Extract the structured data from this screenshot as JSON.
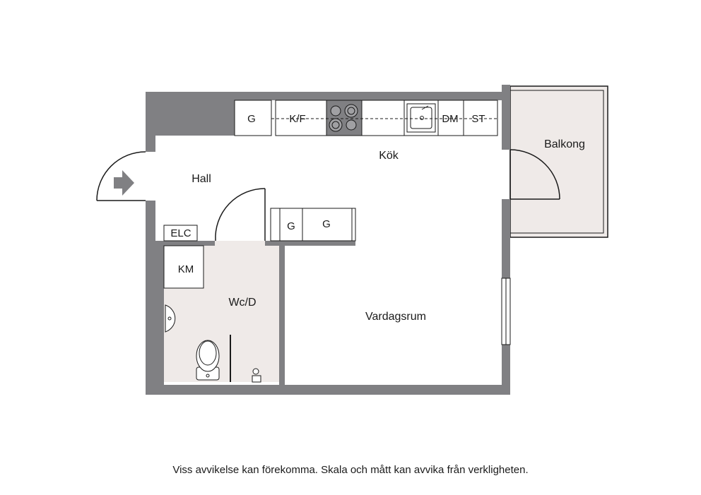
{
  "rooms": {
    "kitchen": "Kök",
    "hall": "Hall",
    "balcony": "Balkong",
    "bathroom": "Wc/D",
    "living": "Vardagsrum"
  },
  "fixtures": {
    "wardrobe_top": "G",
    "fridge_freezer": "K/F",
    "dishwasher": "DM",
    "storage": "ST",
    "electrical_cabinet": "ELC",
    "washing_machine": "KM",
    "wardrobe_left": "G",
    "wardrobe_right": "G"
  },
  "disclaimer": "Viss avvikelse kan förekomma. Skala och mått kan avvika från verkligheten.",
  "colors": {
    "wall": "#808083",
    "wet_room_floor": "#efeae8",
    "balcony_floor": "#efeae8",
    "line": "#1a1a1a"
  }
}
